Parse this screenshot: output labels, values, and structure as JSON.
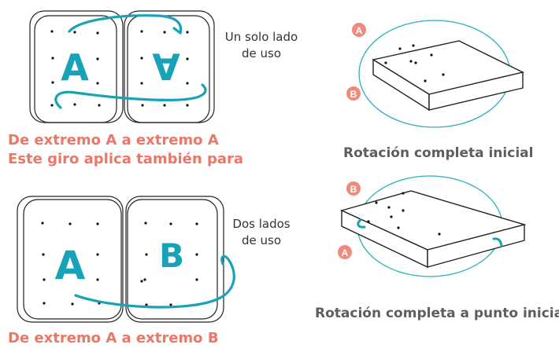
{
  "colors": {
    "accent": "#17a2b8",
    "label_red": "#ec7767",
    "circle_line": "#2bafc2",
    "badge": "#f08a7c"
  },
  "panel_one_side": {
    "letter_left": "A",
    "letter_right": "∀",
    "note_line1": "Un solo lado",
    "note_line2": "de uso",
    "caption_line1": "De extremo A a extremo A",
    "caption_line2": "Este giro aplica también para"
  },
  "panel_two_sides": {
    "letter_left": "A",
    "letter_right": "B",
    "note_line1": "Dos  lados",
    "note_line2": "de uso",
    "caption": "De extremo A a extremo B"
  },
  "rotation_top": {
    "badge_top": "A",
    "badge_bottom": "B",
    "caption": "Rotación completa inicial"
  },
  "rotation_bottom": {
    "badge_top": "B",
    "badge_bottom": "A",
    "caption": "Rotación completa a punto inicial"
  }
}
